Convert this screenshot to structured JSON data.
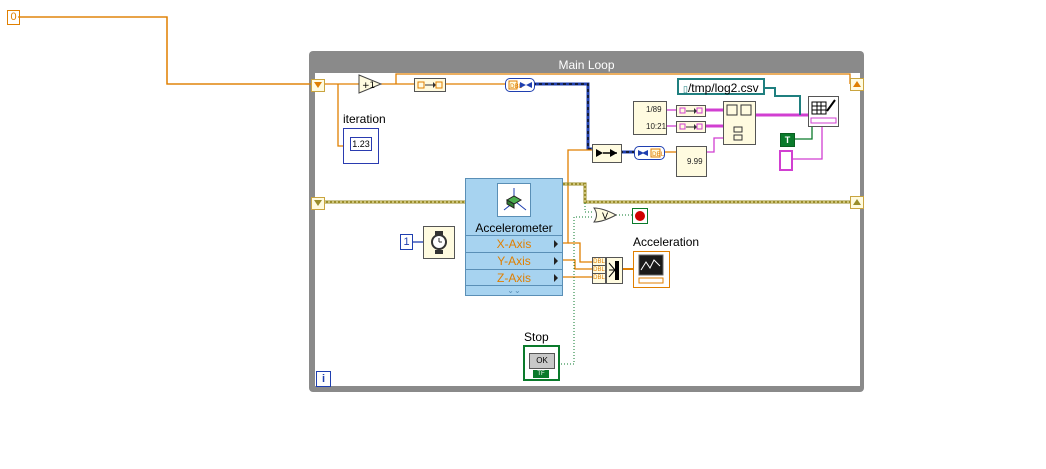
{
  "constants": {
    "initial_value": "0",
    "wait_value": "1",
    "file_path": "/tmp/log2.csv",
    "bool_true": "T"
  },
  "loop": {
    "title": "Main Loop",
    "iteration_terminal": "i"
  },
  "labels": {
    "iteration": "iteration",
    "acceleration": "Acceleration",
    "stop": "Stop"
  },
  "accelerometer": {
    "title": "Accelerometer",
    "outputs": [
      "X-Axis",
      "Y-Axis",
      "Z-Axis"
    ]
  },
  "indicators": {
    "iteration_value": "1.23",
    "stop_button": "OK",
    "stop_tf": "TF"
  },
  "node_text": {
    "increment": "+1",
    "dbl": "DBL",
    "format_time": "1/89",
    "format_date": "10:21",
    "format_digits": "9.99"
  },
  "colors": {
    "integer_wire": "#1f3fb0",
    "double_wire": "#e07f00",
    "boolean_wire": "#0a7a2b",
    "string_wire": "#d13fd1",
    "path_wire": "#1f7f7f",
    "error_wire": "#9a8d2b",
    "loop_frame": "#8a8a8a"
  }
}
